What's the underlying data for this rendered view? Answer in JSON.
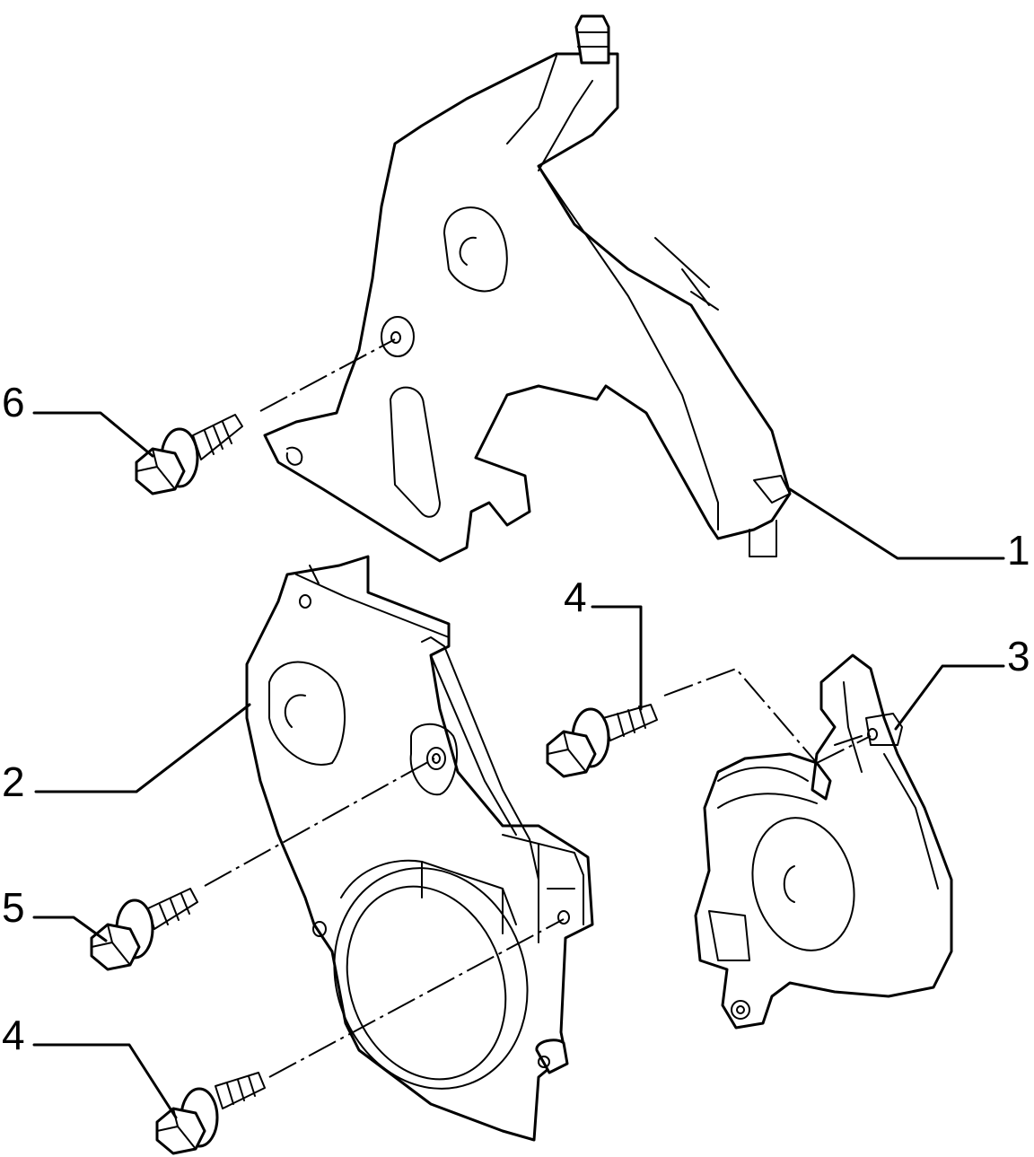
{
  "callouts": [
    {
      "id": "1",
      "label": "1"
    },
    {
      "id": "2",
      "label": "2"
    },
    {
      "id": "3",
      "label": "3"
    },
    {
      "id": "4a",
      "label": "4"
    },
    {
      "id": "4b",
      "label": "4"
    },
    {
      "id": "5",
      "label": "5"
    },
    {
      "id": "6",
      "label": "6"
    }
  ],
  "colors": {
    "line": "#000000",
    "background": "#ffffff"
  }
}
